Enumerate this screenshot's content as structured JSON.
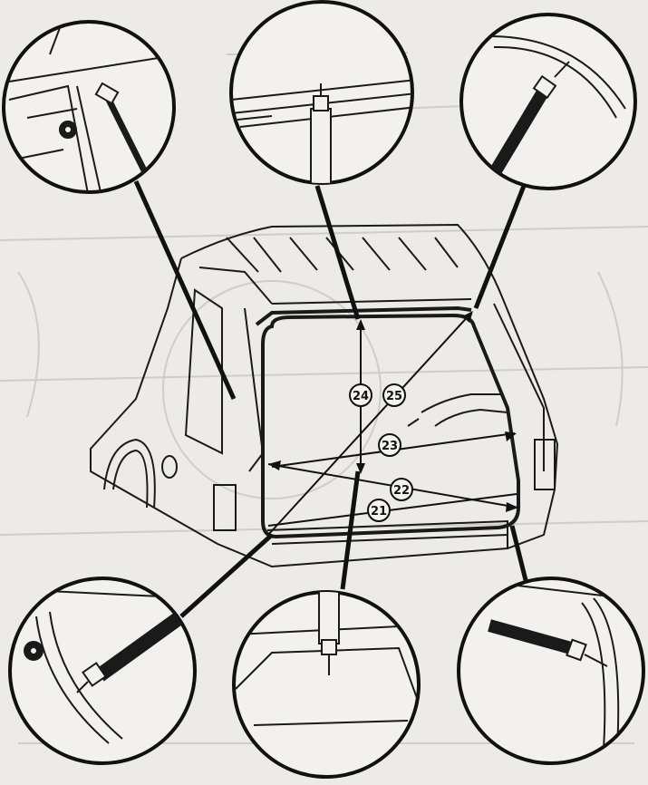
{
  "figure": {
    "measurement_points": [
      {
        "id": "21",
        "label": "21"
      },
      {
        "id": "22",
        "label": "22"
      },
      {
        "id": "23",
        "label": "23"
      },
      {
        "id": "24",
        "label": "24"
      },
      {
        "id": "25",
        "label": "25"
      }
    ],
    "detail_views": [
      "top-left",
      "top-center",
      "top-right",
      "bottom-left",
      "bottom-center",
      "bottom-right"
    ],
    "colors": {
      "ink": "#1a1a1a",
      "paper": "#ecebe7",
      "ghost": "#c9c8c3"
    }
  }
}
